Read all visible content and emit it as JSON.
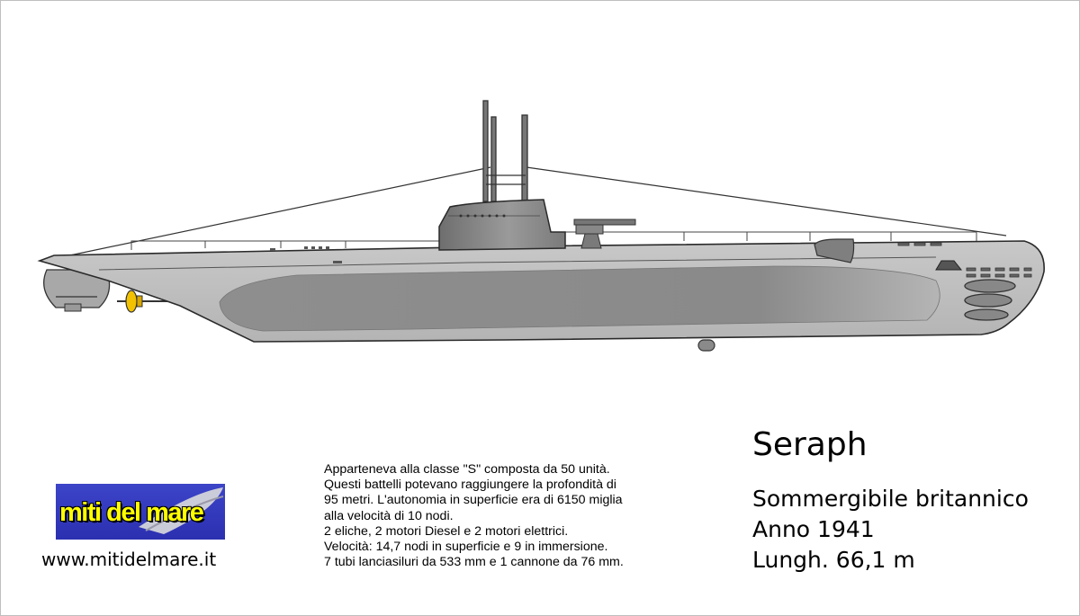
{
  "ship": {
    "name": "Seraph",
    "type_line": "Sommergibile britannico",
    "year_line": "Anno 1941",
    "length_line": "Lungh. 66,1 m"
  },
  "description": [
    "Apparteneva alla classe \"S\" composta da 50 unità.",
    "Questi battelli potevano raggiungere la profondità di",
    "95 metri. L'autonomia in superficie era di 6150 miglia",
    "alla velocità di 10 nodi.",
    "2 eliche, 2 motori Diesel e 2 motori elettrici.",
    "Velocità: 14,7 nodi in superficie e 9 in immersione.",
    "7 tubi lanciasiluri da 533 mm e 1 cannone da 76 mm."
  ],
  "branding": {
    "logo_text": "miti del mare",
    "website": "www.mitidelmare.it"
  },
  "colors": {
    "logo_background": "#2b30b0",
    "logo_text": "#ffff00",
    "hull": "#bdbdbd",
    "hull_shadow": "#8a8a8a",
    "propeller": "#f2c200"
  }
}
